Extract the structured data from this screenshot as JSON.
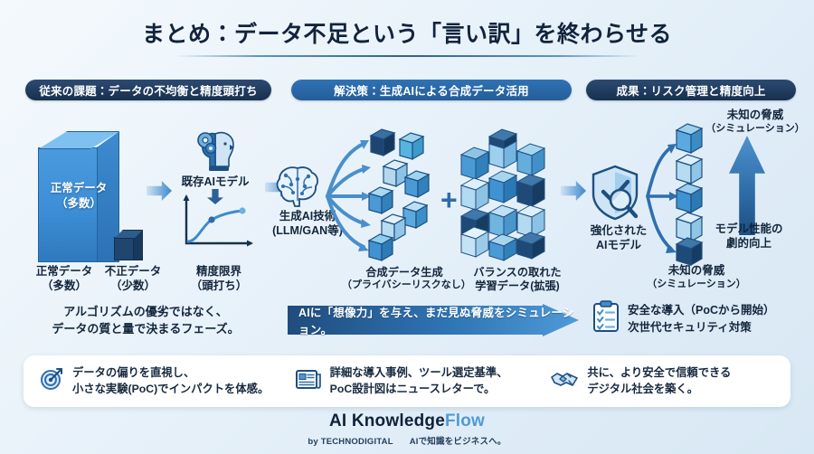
{
  "title": "まとめ：データ不足という「言い訳」を終わらせる",
  "sections": {
    "problem": {
      "pill": "従来の課題：データの不均衡と精度頭打ち"
    },
    "solution": {
      "pill": "解決策：生成AIによる合成データ活用"
    },
    "result": {
      "pill": "成果：リスク管理と精度向上"
    }
  },
  "left": {
    "prism_inline_label": "正常データ",
    "prism_inline_sub": "（多数）",
    "label_normal": "正常データ",
    "label_normal_sub": "（多数）",
    "label_fraud": "不正データ",
    "label_fraud_sub": "（少数）",
    "label_limit": "精度限界",
    "label_limit_sub": "（頭打ち）",
    "ai_model": "既存AIモデル",
    "caption_line1": "アルゴリズムの優劣ではなく、",
    "caption_line2": "データの質と量で決まるフェーズ。"
  },
  "middle": {
    "brain_label": "生成AI技術",
    "brain_sub": "(LLM/GAN等)",
    "synth_label": "合成データ生成",
    "synth_sub": "（プライバシーリスクなし）",
    "balanced_label": "バランスの取れた",
    "balanced_sub": "学習データ(拡張)",
    "plus": "+",
    "banner": "AIに「想像力」を与え、まだ見ぬ脅威をシミュレーション。"
  },
  "right": {
    "shield_label": "強化された",
    "shield_sub": "AIモデル",
    "threat_top": "未知の脅威",
    "threat_top_sub": "（シミュレーション）",
    "threat_bottom": "未知の脅威",
    "threat_bottom_sub": "（シミュレーション）",
    "perf_label": "モデル性能の",
    "perf_sub": "劇的向上",
    "note_line1": "安全な導入（PoCから開始）",
    "note_line2": "次世代セキュリティ対策"
  },
  "cards": [
    {
      "icon": "target-icon",
      "line1": "データの偏りを直視し、",
      "line2": "小さな実験(PoC)でインパクトを体感。"
    },
    {
      "icon": "newspaper-icon",
      "line1": "詳細な導入事例、ツール選定基準、",
      "line2": "PoC設計図はニュースレターで。"
    },
    {
      "icon": "handshake-icon",
      "line1": "共に、より安全で信頼できる",
      "line2": "デジタル社会を築く。"
    }
  ],
  "footer": {
    "brand_dark": "AI Knowledge",
    "brand_accent": "Flow",
    "by": "by TECHNODIGITAL",
    "tagline": "AIで知識をビジネスへ。"
  },
  "colors": {
    "accent": "#4f9ad8",
    "dark_navy": "#17304f",
    "mid_blue": "#2f72b5",
    "background": "#e3eef7"
  }
}
